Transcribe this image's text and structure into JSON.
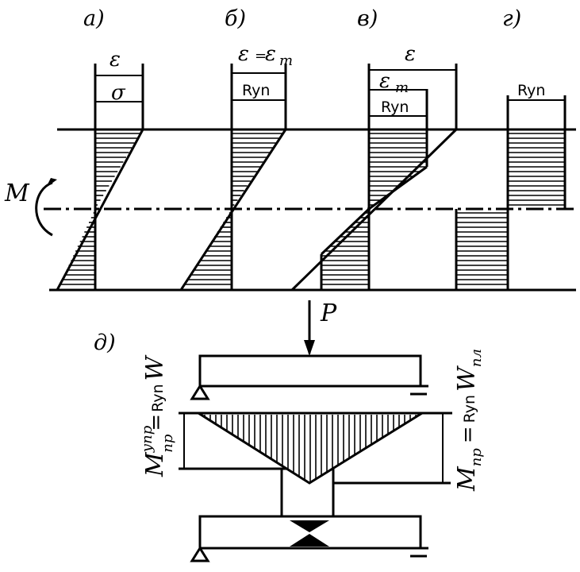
{
  "panels": {
    "a": {
      "label": "а)",
      "eps": "ε",
      "sigma": "σ"
    },
    "b": {
      "label": "б)",
      "eps": "ε",
      "eq": "=",
      "eps_t": "ε",
      "sub_t": "т",
      "ryn": "Ryn"
    },
    "v": {
      "label": "в)",
      "eps": "ε",
      "eps_t": "ε",
      "sub_t": "т",
      "ryn": "Ryn"
    },
    "g": {
      "label": "г)",
      "ryn": "Ryn"
    },
    "d": {
      "label": "д)"
    }
  },
  "moment_label": "M",
  "load_label": "P",
  "left_formula": {
    "m": "M",
    "sup": "упр",
    "sub": "пр",
    "eq": "=",
    "ryn": "Ryn",
    "w": "W"
  },
  "right_formula": {
    "m": "M",
    "sub": "пр",
    "eq": "=",
    "ryn": "Ryn",
    "w": "W",
    "wsub": "пл"
  }
}
